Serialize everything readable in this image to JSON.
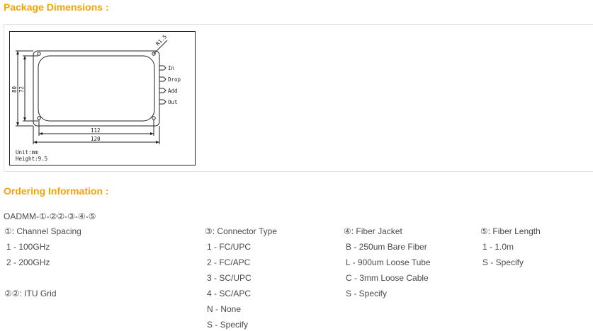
{
  "package_dimensions": {
    "title": "Package Dimensions :",
    "drawing": {
      "radius_label": "R1.5",
      "port_labels": [
        "In",
        "Drop",
        "Add",
        "Out"
      ],
      "height_outer": "80",
      "height_inner": "72",
      "width_inner": "112",
      "width_outer": "120",
      "unit_note": "Unit:mm",
      "height_note": "Height:9.5"
    }
  },
  "ordering_information": {
    "title": "Ordering Information :",
    "model": "OADMM-①-②②-③-④-⑤",
    "channel_spacing": {
      "heading": "①: Channel Spacing",
      "options": [
        "1 - 100GHz",
        "2 - 200GHz"
      ]
    },
    "itu_grid": {
      "heading": "②②: ITU Grid"
    },
    "connector_type": {
      "heading": "③: Connector Type",
      "options": [
        "1 - FC/UPC",
        "2 - FC/APC",
        "3 - SC/UPC",
        "4 - SC/APC",
        "N - None",
        "S - Specify"
      ]
    },
    "fiber_jacket": {
      "heading": "④: Fiber Jacket",
      "options": [
        "B - 250um Bare Fiber",
        "L - 900um Loose Tube",
        "C - 3mm Loose Cable",
        "S - Specify"
      ]
    },
    "fiber_length": {
      "heading": "⑤: Fiber Length",
      "options": [
        "1 - 1.0m",
        "S - Specify"
      ]
    }
  }
}
